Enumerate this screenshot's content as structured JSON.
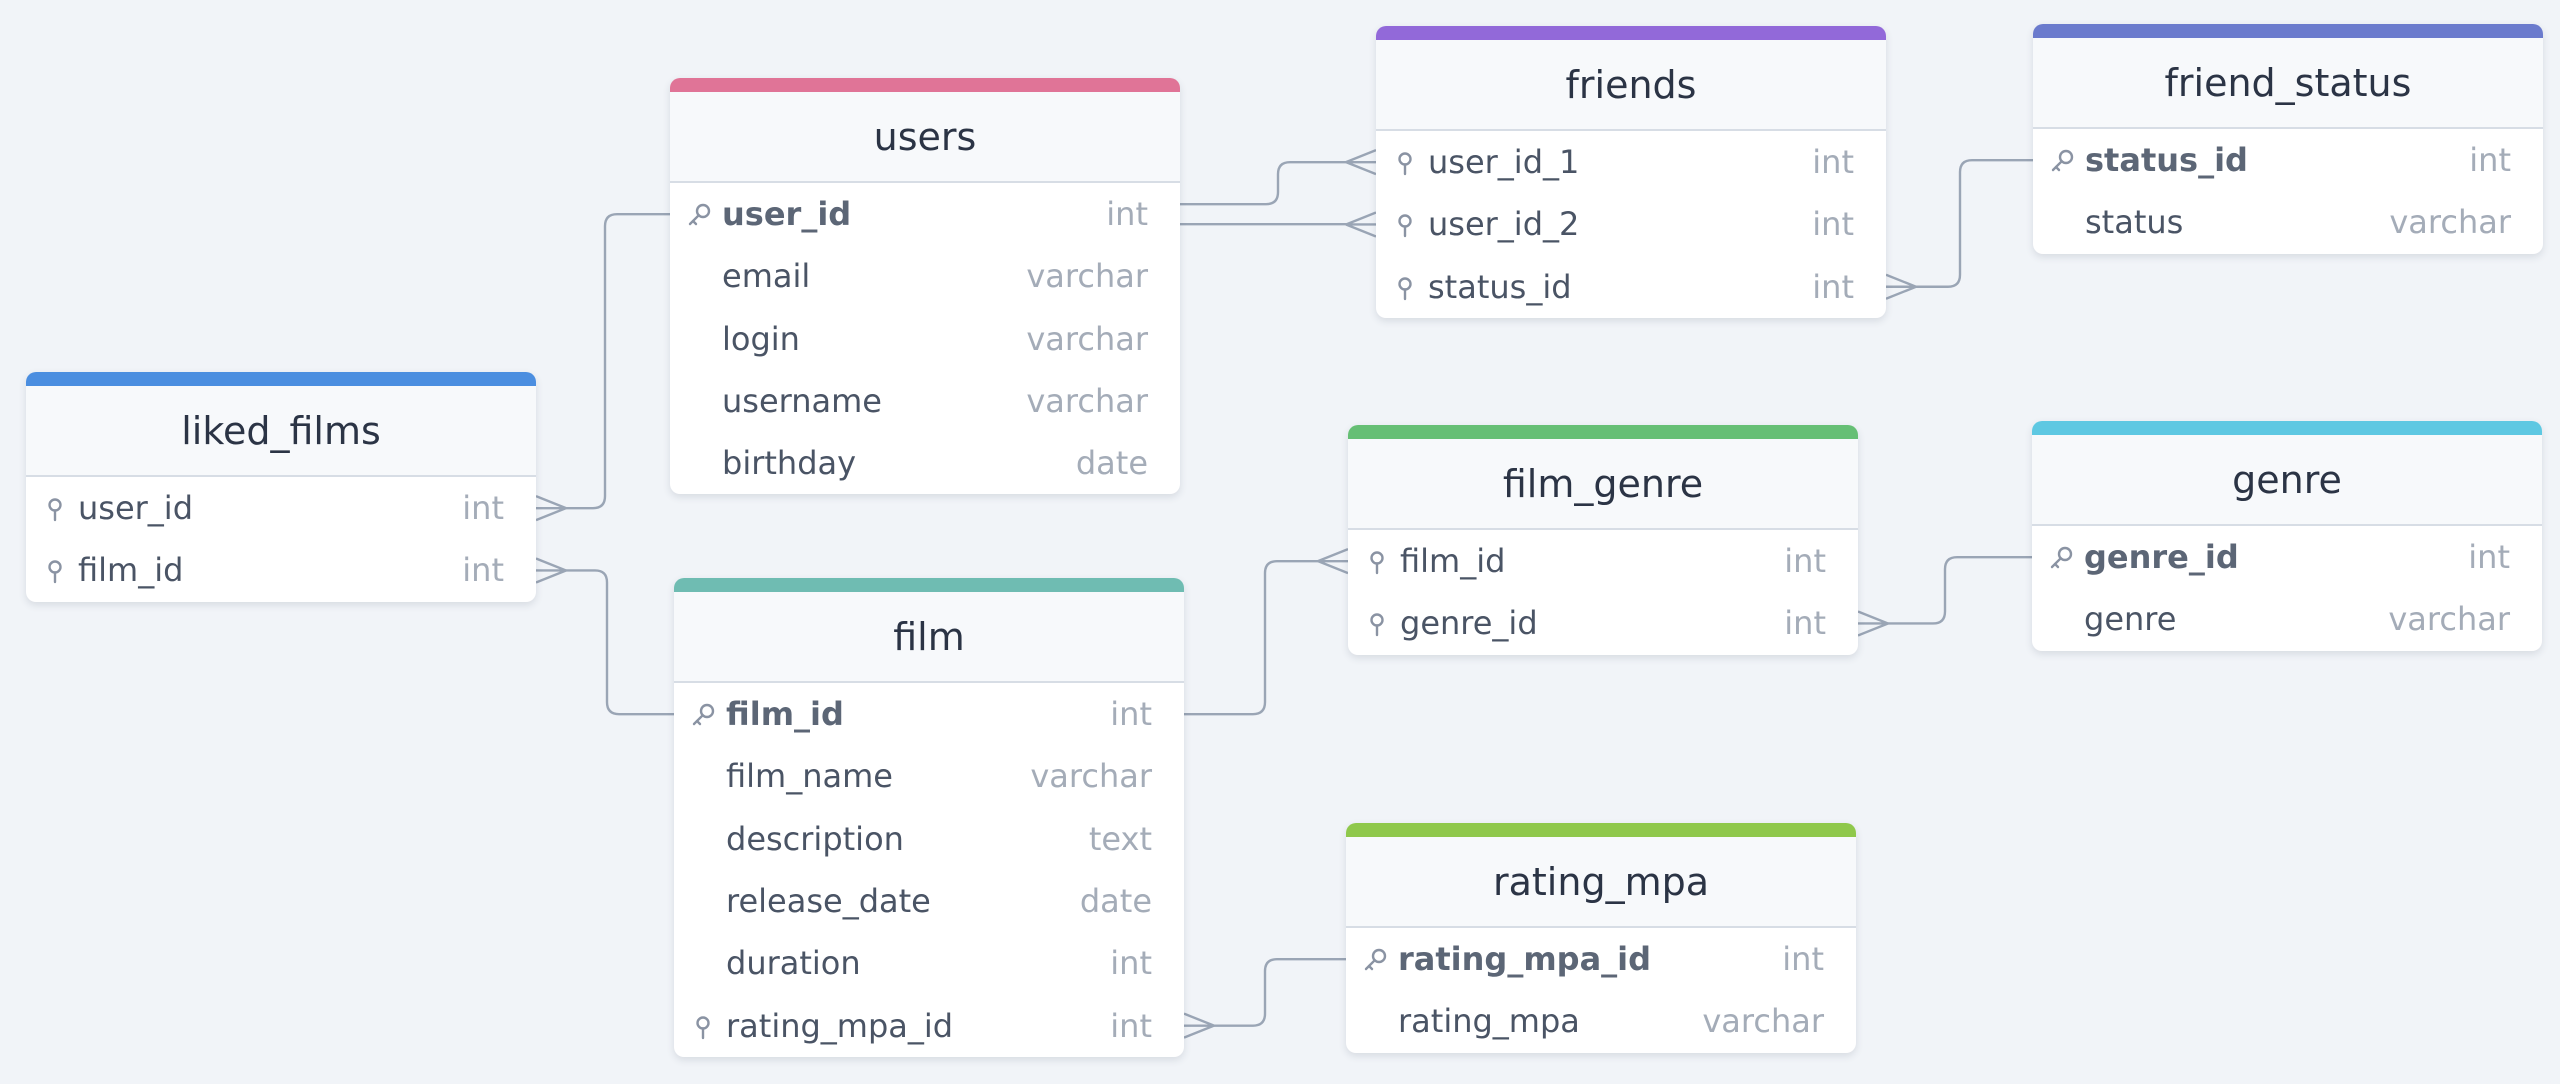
{
  "colors": {
    "background": "#f1f4f8",
    "connector": "#9aa5b5",
    "header_bg": "#f7f9fb"
  },
  "tables": {
    "users": {
      "name": "users",
      "accent": "#e07497",
      "fields": [
        {
          "name": "user_id",
          "type": "int",
          "key": "pk"
        },
        {
          "name": "email",
          "type": "varchar",
          "key": ""
        },
        {
          "name": "login",
          "type": "varchar",
          "key": ""
        },
        {
          "name": "username",
          "type": "varchar",
          "key": ""
        },
        {
          "name": "birthday",
          "type": "date",
          "key": ""
        }
      ]
    },
    "friends": {
      "name": "friends",
      "accent": "#9269d9",
      "fields": [
        {
          "name": "user_id_1",
          "type": "int",
          "key": "fk"
        },
        {
          "name": "user_id_2",
          "type": "int",
          "key": "fk"
        },
        {
          "name": "status_id",
          "type": "int",
          "key": "fk"
        }
      ]
    },
    "friend_status": {
      "name": "friend_status",
      "accent": "#6b7bcd",
      "fields": [
        {
          "name": "status_id",
          "type": "int",
          "key": "pk"
        },
        {
          "name": "status",
          "type": "varchar",
          "key": ""
        }
      ]
    },
    "liked_films": {
      "name": "liked_films",
      "accent": "#4b8ee0",
      "fields": [
        {
          "name": "user_id",
          "type": "int",
          "key": "fk"
        },
        {
          "name": "film_id",
          "type": "int",
          "key": "fk"
        }
      ]
    },
    "film": {
      "name": "film",
      "accent": "#6fbcb2",
      "fields": [
        {
          "name": "film_id",
          "type": "int",
          "key": "pk"
        },
        {
          "name": "film_name",
          "type": "varchar",
          "key": ""
        },
        {
          "name": "description",
          "type": "text",
          "key": ""
        },
        {
          "name": "release_date",
          "type": "date",
          "key": ""
        },
        {
          "name": "duration",
          "type": "int",
          "key": ""
        },
        {
          "name": "rating_mpa_id",
          "type": "int",
          "key": "fk"
        }
      ]
    },
    "film_genre": {
      "name": "film_genre",
      "accent": "#66bf75",
      "fields": [
        {
          "name": "film_id",
          "type": "int",
          "key": "fk"
        },
        {
          "name": "genre_id",
          "type": "int",
          "key": "fk"
        }
      ]
    },
    "genre": {
      "name": "genre",
      "accent": "#5ec8e2",
      "fields": [
        {
          "name": "genre_id",
          "type": "int",
          "key": "pk"
        },
        {
          "name": "genre",
          "type": "varchar",
          "key": ""
        }
      ]
    },
    "rating_mpa": {
      "name": "rating_mpa",
      "accent": "#8fc84b",
      "fields": [
        {
          "name": "rating_mpa_id",
          "type": "int",
          "key": "pk"
        },
        {
          "name": "rating_mpa",
          "type": "varchar",
          "key": ""
        }
      ]
    }
  },
  "relations": [
    {
      "from": "users.user_id",
      "to": "friends.user_id_1",
      "cardinality": "one-to-many"
    },
    {
      "from": "users.user_id",
      "to": "friends.user_id_2",
      "cardinality": "one-to-many"
    },
    {
      "from": "friend_status.status_id",
      "to": "friends.status_id",
      "cardinality": "one-to-many"
    },
    {
      "from": "users.user_id",
      "to": "liked_films.user_id",
      "cardinality": "one-to-many"
    },
    {
      "from": "film.film_id",
      "to": "liked_films.film_id",
      "cardinality": "one-to-many"
    },
    {
      "from": "film.film_id",
      "to": "film_genre.film_id",
      "cardinality": "one-to-many"
    },
    {
      "from": "genre.genre_id",
      "to": "film_genre.genre_id",
      "cardinality": "one-to-many"
    },
    {
      "from": "rating_mpa.rating_mpa_id",
      "to": "film.rating_mpa_id",
      "cardinality": "one-to-many"
    }
  ]
}
